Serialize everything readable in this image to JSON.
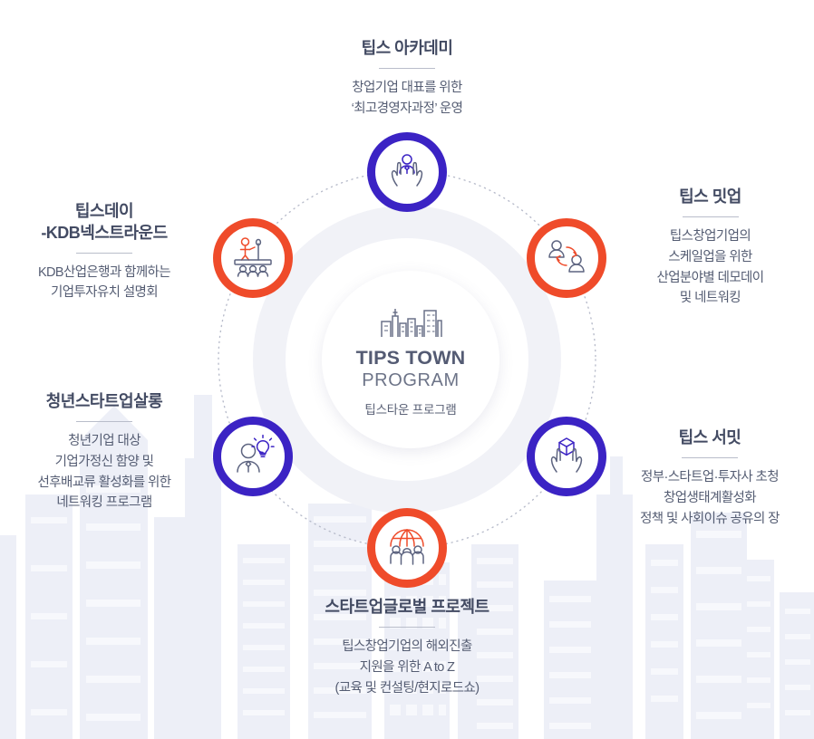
{
  "hub": {
    "icon": "city-skyline-icon",
    "title": "TIPS TOWN",
    "subtitle": "PROGRAM",
    "korean": "팁스타운 프로그램"
  },
  "colors": {
    "purple": "#3b23c4",
    "red": "#ef4b2a",
    "title_text": "#434b63",
    "body_text": "#555d73",
    "hub_text": "#545b73",
    "divider": "#b9bdca",
    "background": "#ffffff",
    "city_watermark": "#eceef6"
  },
  "programs": [
    {
      "id": "academy",
      "position": "top",
      "title": "팁스 아카데미",
      "description": "창업기업 대표를 위한\n‘최고경영자과정’ 운영",
      "ring_color": "purple",
      "icon": "hands-holding-person-icon",
      "align": "center"
    },
    {
      "id": "meetup",
      "position": "top-right",
      "title": "팁스 밋업",
      "description": "팁스창업기업의\n스케일업을 위한\n산업분야별 데모데이\n및 네트워킹",
      "ring_color": "red",
      "icon": "two-people-exchange-icon",
      "align": "center"
    },
    {
      "id": "summit",
      "position": "bottom-right",
      "title": "팁스 서밋",
      "description": "정부·스타트업·투자사 초청\n창업생태계활성화\n정책 및 사회이슈 공유의 장",
      "ring_color": "purple",
      "icon": "hands-holding-cube-icon",
      "align": "center"
    },
    {
      "id": "global",
      "position": "bottom",
      "title": "스타트업글로벌 프로젝트",
      "description": "팁스창업기업의 해외진출\n지원을 위한 A to Z\n(교육 및 컨설팅/현지로드쇼)",
      "ring_color": "red",
      "icon": "globe-with-people-icon",
      "align": "center"
    },
    {
      "id": "salon",
      "position": "bottom-left",
      "title": "청년스타트업살롱",
      "description": "청년기업 대상\n기업가정신 함양 및\n선후배교류 활성화를 위한\n네트워킹 프로그램",
      "ring_color": "purple",
      "icon": "person-with-lightbulb-icon",
      "align": "center"
    },
    {
      "id": "tipsday",
      "position": "top-left",
      "title": "팁스데이\n-KDB넥스트라운드",
      "description": "KDB산업은행과 함께하는\n기업투자유치 설명회",
      "ring_color": "red",
      "icon": "presenter-with-audience-icon",
      "align": "center"
    }
  ]
}
